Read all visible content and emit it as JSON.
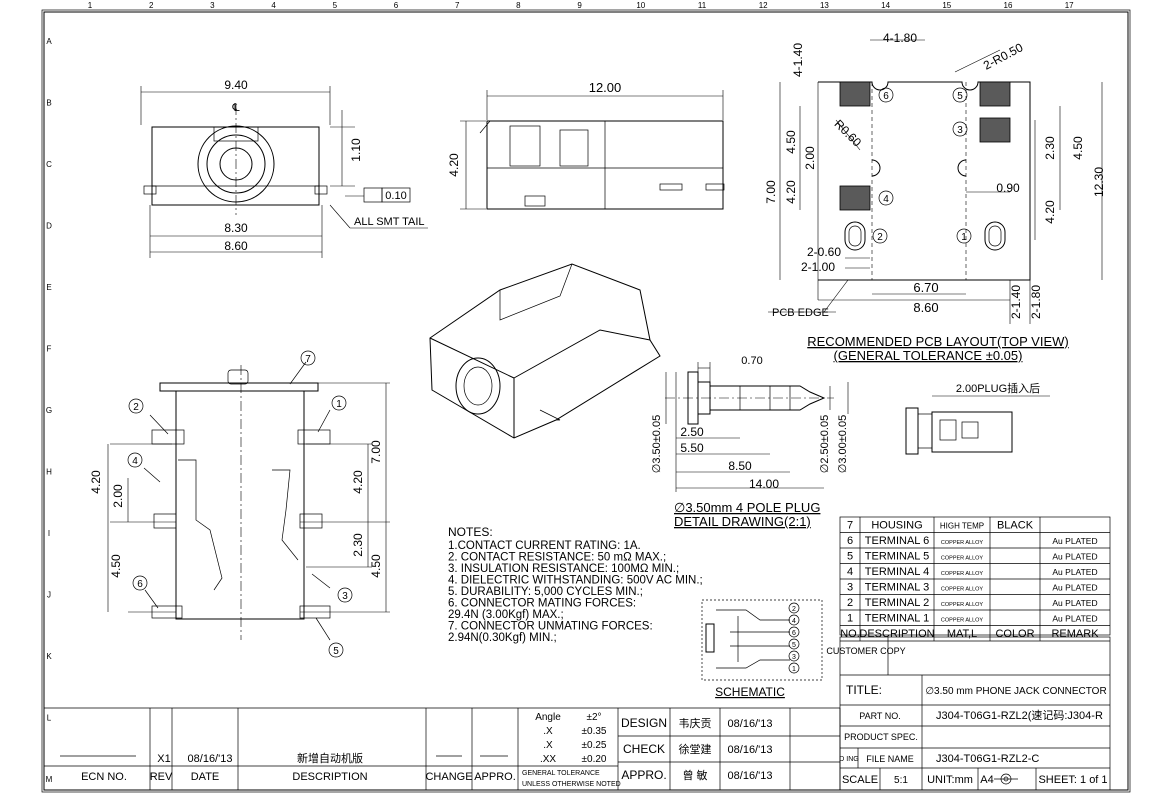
{
  "zone_columns": [
    "1",
    "2",
    "3",
    "4",
    "5",
    "6",
    "7",
    "8",
    "9",
    "10",
    "11",
    "12",
    "13",
    "14",
    "15",
    "16",
    "17"
  ],
  "zone_rows": [
    "A",
    "B",
    "C",
    "D",
    "E",
    "F",
    "G",
    "H",
    "I",
    "J",
    "K",
    "L",
    "M"
  ],
  "front_view": {
    "width_top": "9.40",
    "height_right": "1.10",
    "width_body": "8.30",
    "width_total": "8.60",
    "flatness": "0.10",
    "smt_note": "ALL SMT TAIL",
    "centerline": "℄"
  },
  "side_view": {
    "length": "12.00",
    "height": "4.20"
  },
  "pcb_layout": {
    "dims": {
      "d_4_180": "4-1.80",
      "d_4_140": "4-1.40",
      "d_2_r050": "2-R0.50",
      "d_450_left": "4.50",
      "d_200": "2.00",
      "d_r060": "R0.60",
      "d_700": "7.00",
      "d_420_left": "4.20",
      "d_230": "2.30",
      "d_450_right": "4.50",
      "d_1230": "12.30",
      "d_090": "0.90",
      "d_420_right": "4.20",
      "d_2_060": "2-0.60",
      "d_2_100": "2-1.00",
      "d_670": "6.70",
      "d_860": "8.60",
      "d_2_140": "2-1.40",
      "d_2_180": "2-1.80"
    },
    "pcb_edge": "PCB EDGE",
    "title_line1": "RECOMMENDED PCB LAYOUT(TOP VIEW)",
    "title_line2": "(GENERAL TOLERANCE ±0.05)"
  },
  "pin_labels": [
    "1",
    "2",
    "3",
    "4",
    "5",
    "6",
    "7"
  ],
  "section_view": {
    "d_700": "7.00",
    "d_420_left": "4.20",
    "d_200": "2.00",
    "d_420_right": "4.20",
    "d_230": "2.30",
    "d_450_left": "4.50",
    "d_450_right": "4.50"
  },
  "plug": {
    "d_070": "0.70",
    "d_250": "2.50",
    "d_550": "5.50",
    "d_850": "8.50",
    "d_1400": "14.00",
    "dia_350": "∅3.50±0.05",
    "dia_250": "∅2.50±0.05",
    "dia_300": "∅3.00±0.05",
    "title_line1": "∅3.50mm 4 POLE PLUG",
    "title_line2": "DETAIL DRAWING(2:1)",
    "inserted_note": "2.00PLUG插入后"
  },
  "notes": {
    "heading": "NOTES:",
    "lines": [
      "1.CONTACT CURRENT RATING: 1A.",
      "2. CONTACT RESISTANCE: 50 mΩ MAX.;",
      "3. INSULATION RESISTANCE: 100MΩ MIN.;",
      "4. DIELECTRIC WITHSTANDING: 500V AC MIN.;",
      "5. DURABILITY: 5,000 CYCLES MIN.;",
      "6. CONNECTOR MATING FORCES:",
      "   29.4N (3.00Kgf) MAX.;",
      "7. CONNECTOR UNMATING FORCES:",
      "   2.94N(0.30Kgf) MIN.;"
    ]
  },
  "schematic": {
    "label": "SCHEMATIC",
    "pins": [
      "2",
      "4",
      "6",
      "5",
      "3",
      "1"
    ]
  },
  "bom": {
    "rows": [
      {
        "no": "7",
        "desc": "HOUSING",
        "mat": "HIGH TEMP",
        "color": "BLACK",
        "remark": ""
      },
      {
        "no": "6",
        "desc": "TERMINAL 6",
        "mat": "COPPER ALLOY",
        "color": "",
        "remark": "Au PLATED"
      },
      {
        "no": "5",
        "desc": "TERMINAL 5",
        "mat": "COPPER ALLOY",
        "color": "",
        "remark": "Au PLATED"
      },
      {
        "no": "4",
        "desc": "TERMINAL 4",
        "mat": "COPPER ALLOY",
        "color": "",
        "remark": "Au PLATED"
      },
      {
        "no": "3",
        "desc": "TERMINAL 3",
        "mat": "COPPER ALLOY",
        "color": "",
        "remark": "Au PLATED"
      },
      {
        "no": "2",
        "desc": "TERMINAL 2",
        "mat": "COPPER ALLOY",
        "color": "",
        "remark": "Au PLATED"
      },
      {
        "no": "1",
        "desc": "TERMINAL 1",
        "mat": "COPPER ALLOY",
        "color": "",
        "remark": "Au PLATED"
      }
    ],
    "headers": {
      "no": "NO.",
      "desc": "DESCRIPTION",
      "mat": "MAT,L",
      "color": "COLOR",
      "remark": "REMARK"
    }
  },
  "title_block": {
    "customer_copy": "CUSTOMER COPY",
    "title_label": "TITLE:",
    "title_value": "∅3.50 mm PHONE JACK CONNECTOR",
    "part_no_label": "PART NO.",
    "part_no_value": "J304-T06G1-RZL2(速记码:J304-R",
    "product_spec_label": "PRODUCT SPEC.",
    "drawing_label": "D ING",
    "file_name_label": "FILE NAME",
    "file_name_value": "J304-T06G1-RZL2-C",
    "scale_label": "SCALE",
    "scale_value": "5:1",
    "unit": "UNIT:mm",
    "size": "A4",
    "sheet": "SHEET: 1 of 1"
  },
  "tolerance": {
    "angle_label": "Angle",
    "angle_value": "±2°",
    "x_label": ".X",
    "x_value": "±0.35",
    "xx_label": ".X",
    "xx_value": "±0.25",
    "xxx_label": ".XX",
    "xxx_value": "±0.20",
    "general1": "GENERAL TOLERANCE",
    "general2": "UNLESS OTHERWISE NOTED"
  },
  "approvals": [
    {
      "role": "DESIGN",
      "name": "韦庆贡",
      "date": "08/16/'13"
    },
    {
      "role": "CHECK",
      "name": "徐堂建",
      "date": "08/16/'13"
    },
    {
      "role": "APPRO.",
      "name": "曾 敏",
      "date": "08/16/'13"
    }
  ],
  "revision": {
    "ecn_label": "ECN NO.",
    "rev_label": "REV",
    "date_label": "DATE",
    "desc_label": "DESCRIPTION",
    "change_label": "CHANGE",
    "appro_label": "APPRO.",
    "row_rev": "X1",
    "row_date": "08/16/'13",
    "row_desc": "新增自动机版"
  }
}
